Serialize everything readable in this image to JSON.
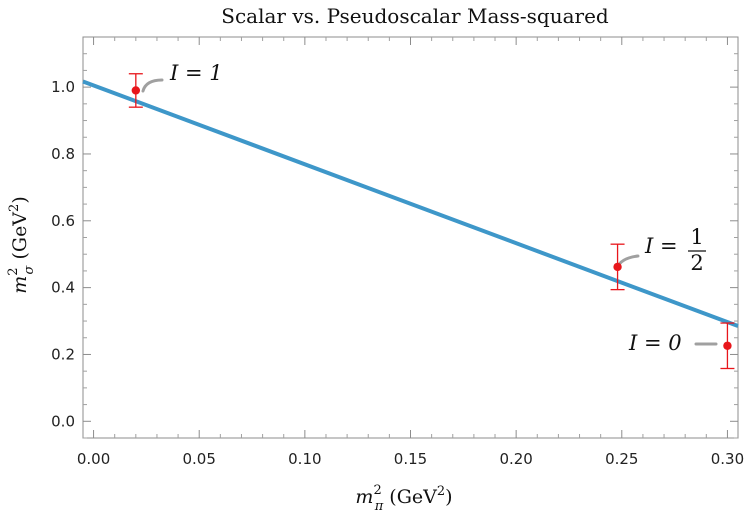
{
  "chart_data": {
    "type": "scatter",
    "title": "Scalar vs. Pseudoscalar Mass-squared",
    "xlabel": {
      "main": "m",
      "sup": "2",
      "sub": "π",
      "unit_open": " (GeV",
      "unit_sup": "2",
      "unit_close": ")"
    },
    "ylabel": {
      "main": "m",
      "sup": "2",
      "sub": "σ",
      "unit_open": " (GeV",
      "unit_sup": "2",
      "unit_close": ")"
    },
    "xlim": [
      -0.005,
      0.305
    ],
    "ylim": [
      -0.05,
      1.15
    ],
    "xticks": [
      0.0,
      0.05,
      0.1,
      0.15,
      0.2,
      0.25,
      0.3
    ],
    "xtick_labels": [
      "0.00",
      "0.05",
      "0.10",
      "0.15",
      "0.20",
      "0.25",
      "0.30"
    ],
    "yticks": [
      0.0,
      0.2,
      0.4,
      0.6,
      0.8,
      1.0
    ],
    "ytick_labels": [
      "0.0",
      "0.2",
      "0.4",
      "0.6",
      "0.8",
      "1.0"
    ],
    "fit_line": {
      "x": [
        -0.005,
        0.305
      ],
      "y": [
        1.017,
        0.285
      ],
      "color": "#3e97c9"
    },
    "points": [
      {
        "x": 0.02,
        "y": 0.99,
        "err": 0.05,
        "label": "I = 1"
      },
      {
        "x": 0.248,
        "y": 0.462,
        "err": 0.068,
        "label_prefix": "I =",
        "label_num": "1",
        "label_den": "2"
      },
      {
        "x": 0.3,
        "y": 0.226,
        "err": 0.068,
        "label": "I = 0"
      }
    ],
    "point_color": "#e8161b",
    "errorbar_color": "#e8161b",
    "grid": false
  }
}
